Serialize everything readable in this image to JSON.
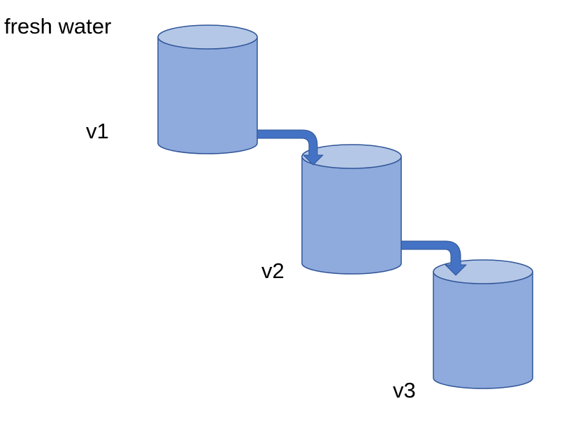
{
  "title": "fresh water",
  "tanks": [
    {
      "label": "v1"
    },
    {
      "label": "v2"
    },
    {
      "label": "v3"
    }
  ],
  "colors": {
    "tank_body": "#8faadc",
    "tank_top": "#b4c7e7",
    "tank_outline": "#2f5597",
    "pipe": "#4472c4",
    "pipe_outline": "#2f5597",
    "text": "#000000"
  },
  "icons": {
    "tank": "cylinder-icon",
    "flow": "bent-arrow-icon"
  }
}
